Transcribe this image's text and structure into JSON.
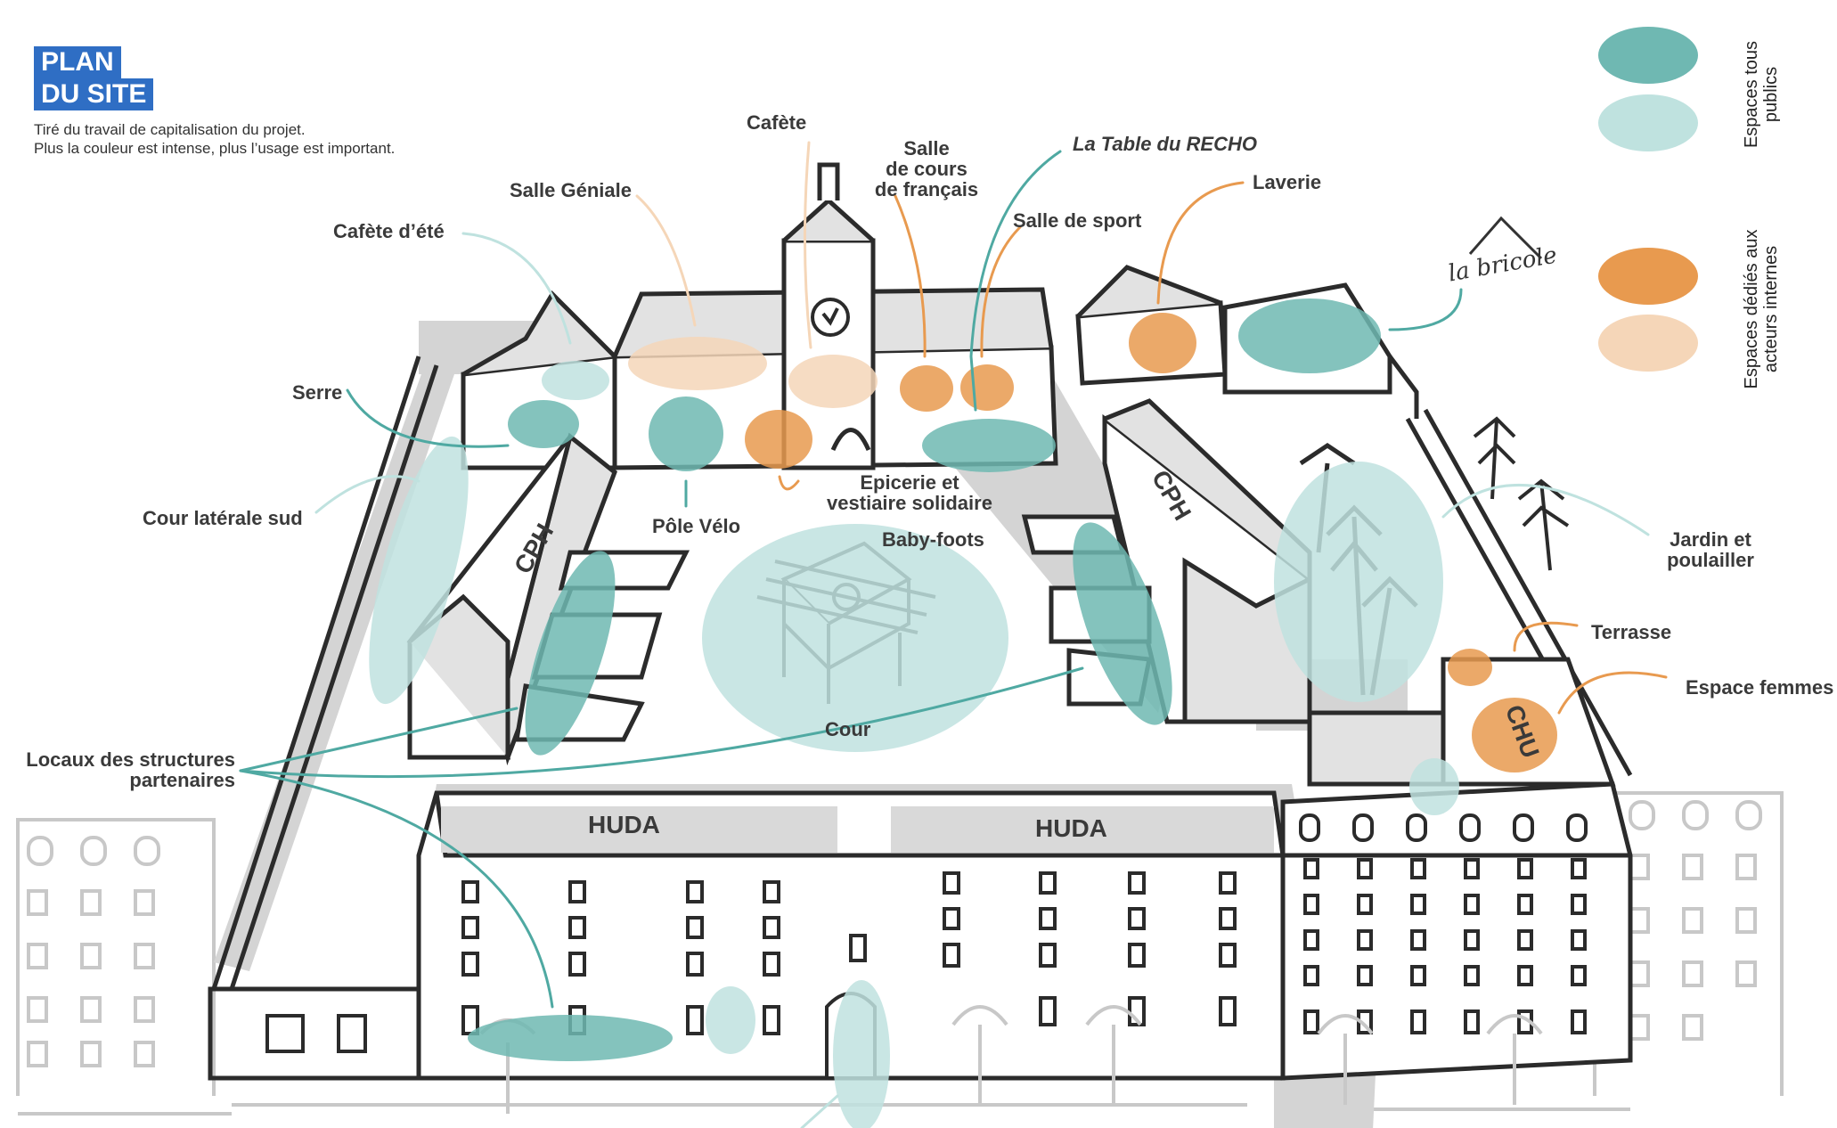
{
  "header": {
    "title_line1": "PLAN",
    "title_line2": "DU SITE",
    "subtitle_line1": "Tiré du travail de capitalisation du projet.",
    "subtitle_line2": "Plus la couleur est intense, plus l’usage est important."
  },
  "legend": {
    "public_label": "Espaces tous publics",
    "internal_label": "Espaces dédiés aux acteurs internes",
    "colors": {
      "public_intense": "#6fb8b2",
      "public_light": "#bfe2df",
      "internal_intense": "#e89a4f",
      "internal_light": "#f5d6b8"
    }
  },
  "labels": {
    "cafete": "Cafète",
    "salle_cours_1": "Salle",
    "salle_cours_2": "de cours",
    "salle_cours_3": "de français",
    "table_recho": "La Table du RECHO",
    "laverie": "Laverie",
    "salle_geniale": "Salle Géniale",
    "salle_sport": "Salle de sport",
    "cafete_ete": "Cafète d’été",
    "serre": "Serre",
    "cour_laterale": "Cour latérale sud",
    "epicerie_1": "Epicerie et",
    "epicerie_2": "vestiaire solidaire",
    "pole_velo": "Pôle Vélo",
    "baby_foots": "Baby-foots",
    "cour": "Cour",
    "jardin_1": "Jardin et",
    "jardin_2": "poulailler",
    "terrasse": "Terrasse",
    "espace_femmes": "Espace femmes",
    "locaux_1": "Locaux des structures",
    "locaux_2": "partenaires"
  },
  "buildings": {
    "cph_left": "CPH",
    "cph_right": "CPH",
    "huda_left": "HUDA",
    "huda_right": "HUDA",
    "chu": "CHU"
  },
  "logo": {
    "text": "la bricole"
  }
}
